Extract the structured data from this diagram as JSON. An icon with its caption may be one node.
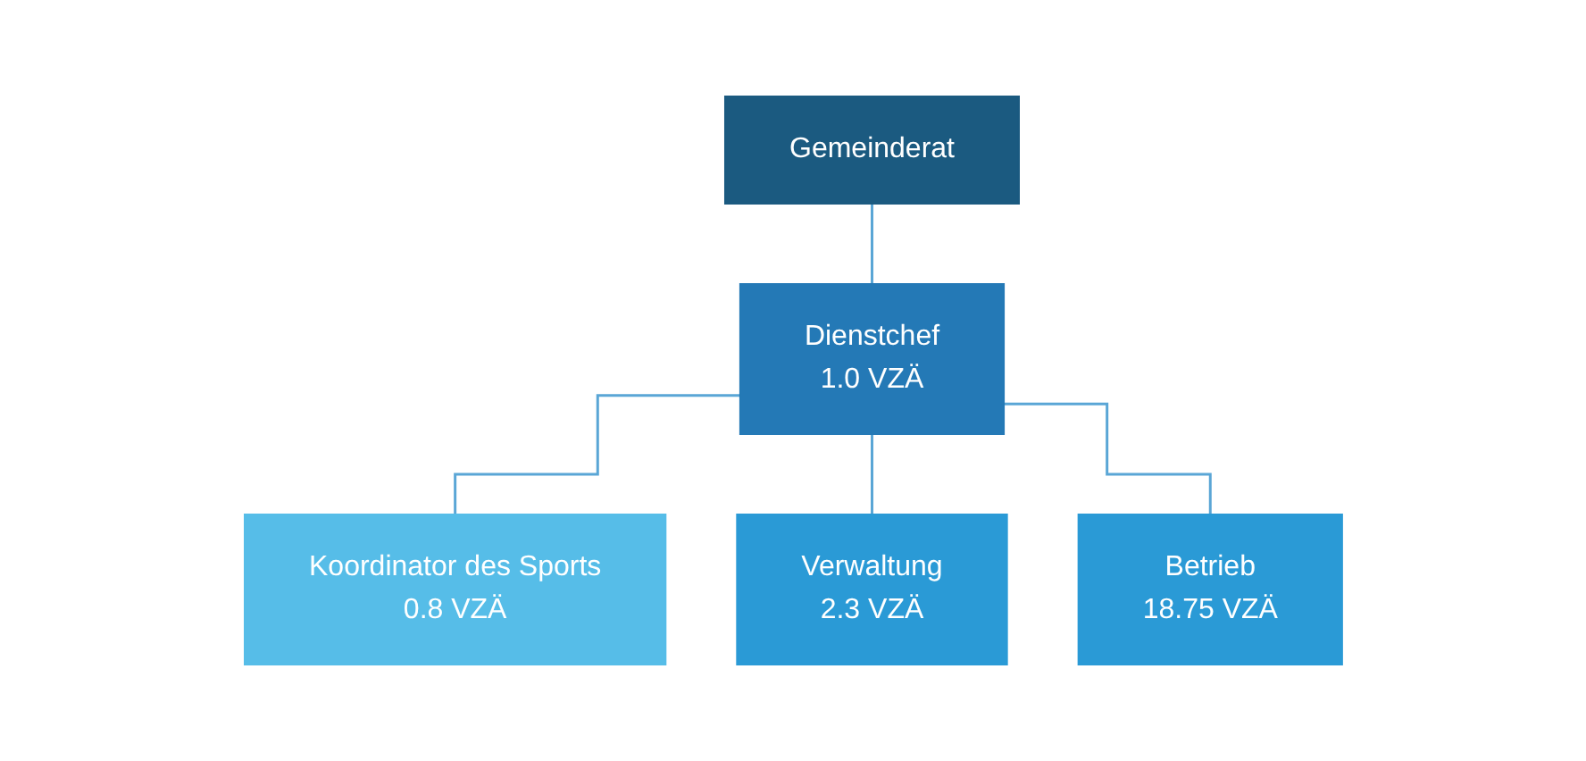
{
  "diagram": {
    "nodes": [
      {
        "text": [
          "Gemeinderat"
        ]
      },
      {
        "text": [
          "Dienstchef",
          "1.0 VZÄ"
        ]
      },
      {
        "text": [
          "Koordinator des Sports",
          "0.8 VZÄ"
        ]
      },
      {
        "text": [
          "Verwaltung",
          "2.3 VZÄ"
        ]
      },
      {
        "text": [
          "Betrieb",
          "18.75 VZÄ"
        ]
      }
    ],
    "edges": [
      {
        "from": 0,
        "to": 1,
        "arrow": "none"
      },
      {
        "from": 1,
        "to": 2,
        "arrow": "none"
      },
      {
        "from": 1,
        "to": 3,
        "arrow": "none"
      },
      {
        "from": 1,
        "to": 4,
        "arrow": "none"
      }
    ]
  }
}
